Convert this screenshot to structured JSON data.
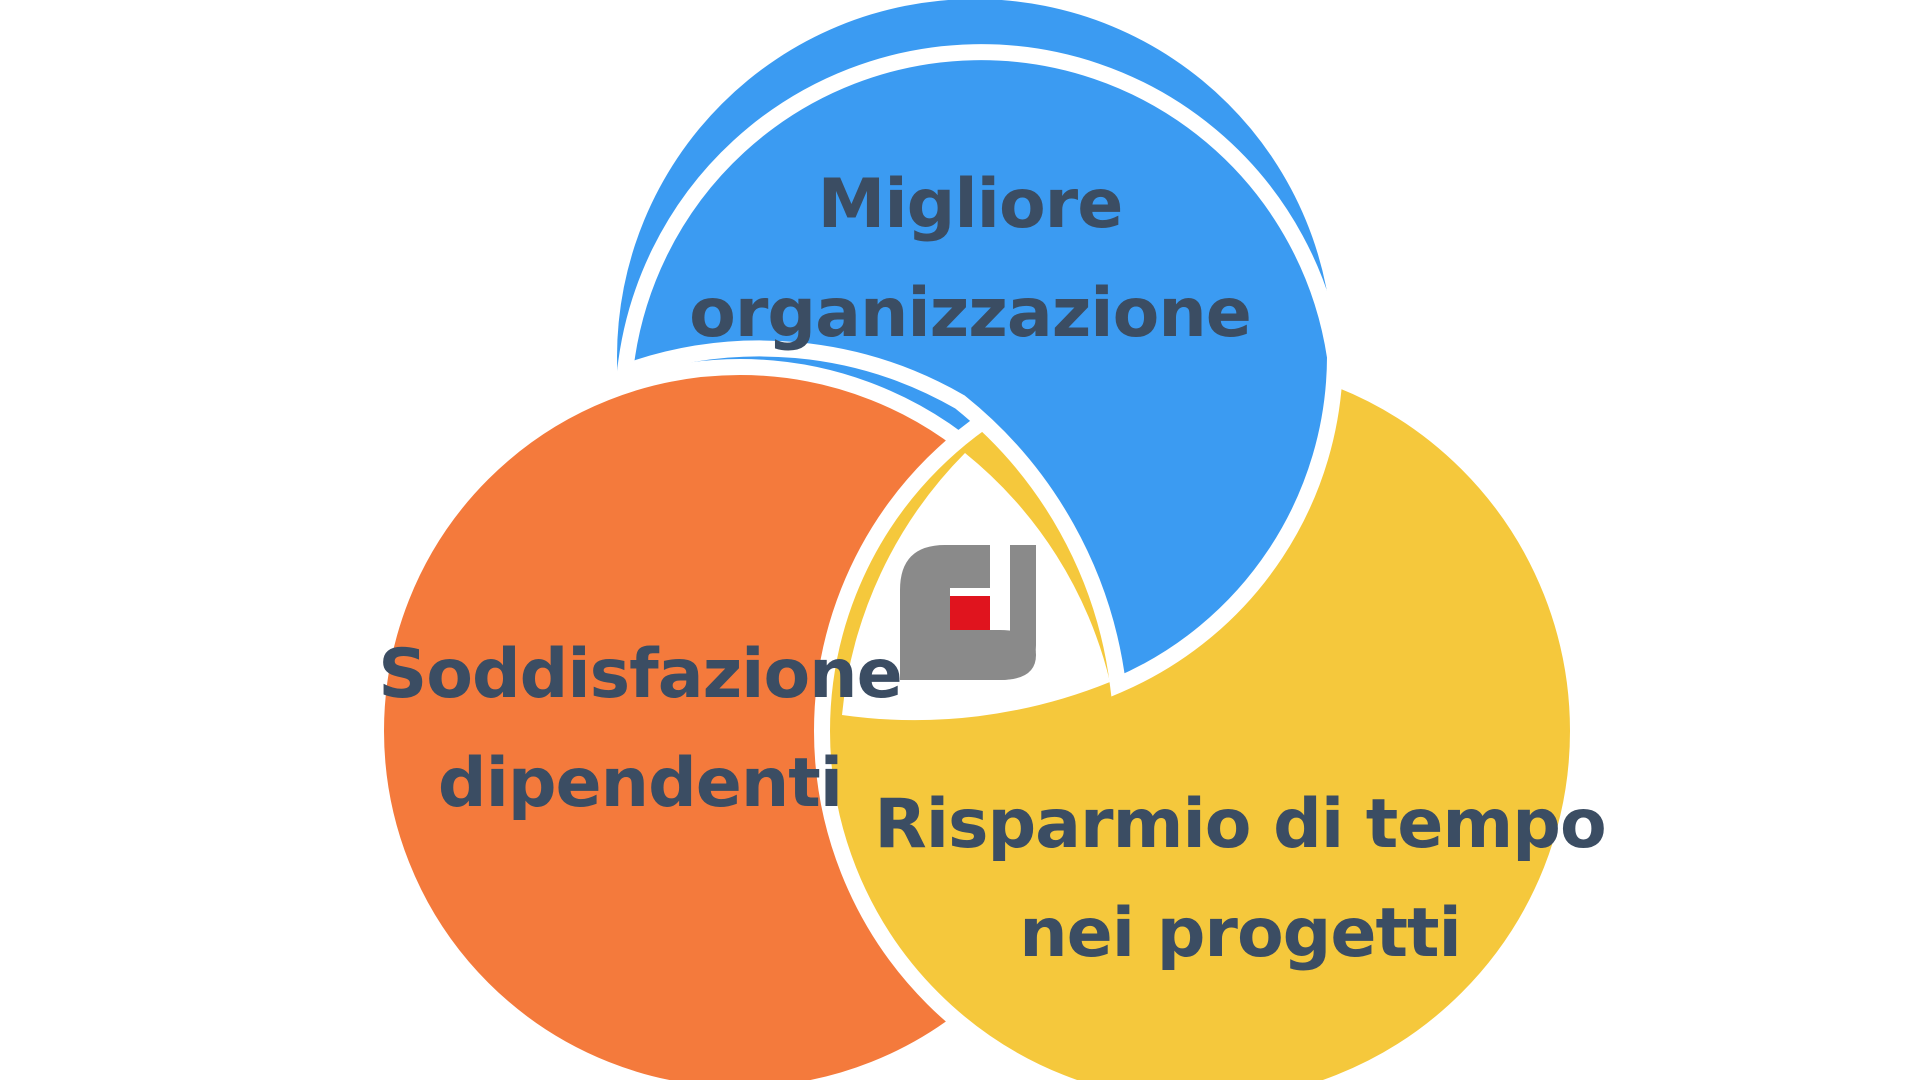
{
  "circles": {
    "top": {
      "color": "#3b9bf2",
      "line1": "Migliore",
      "line2": "organizzazione"
    },
    "left": {
      "color": "#f47a3c",
      "line1": "Soddisfazione",
      "line2": "dipendenti"
    },
    "right": {
      "color": "#f5c83c",
      "line1": "Risparmio di tempo",
      "line2": "nei progetti"
    }
  },
  "logo": {
    "gray": "#8a8a8a",
    "red": "#e0141e"
  },
  "text_color": "#3b4d63"
}
